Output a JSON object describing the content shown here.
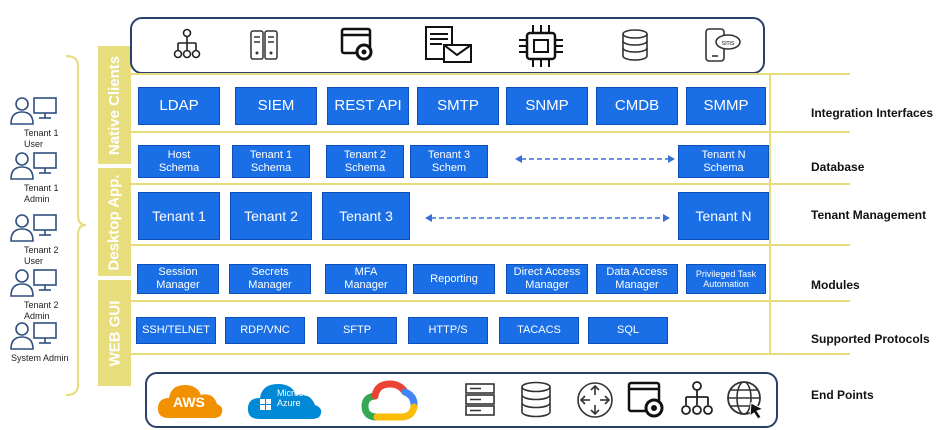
{
  "users": [
    {
      "label": "Tenant 1\nUser",
      "icon": "user-computer-icon"
    },
    {
      "label": "Tenant 1\nAdmin",
      "icon": "user-computer-icon"
    },
    {
      "label": "Tenant 2\nUser",
      "icon": "user-computer-icon"
    },
    {
      "label": "Tenant 2\nAdmin",
      "icon": "user-computer-icon"
    },
    {
      "label": "System Admin",
      "icon": "user-computer-icon"
    }
  ],
  "tabs": {
    "native": "Native Clients",
    "desktop": "Desktop App.",
    "web": "WEB GUI"
  },
  "top_icons": [
    "hierarchy-icon",
    "server-rack-icon",
    "settings-window-icon",
    "email-document-icon",
    "chip-icon",
    "database-icon",
    "sms-phone-icon"
  ],
  "integration": [
    "LDAP",
    "SIEM",
    "REST API",
    "SMTP",
    "SNMP",
    "CMDB",
    "SMMP"
  ],
  "database": {
    "items": [
      "Host\nSchema",
      "Tenant 1\nSchema",
      "Tenant 2\nSchema",
      "Tenant 3\nSchem"
    ],
    "last": "Tenant N\nSchema"
  },
  "tenants": {
    "items": [
      "Tenant 1",
      "Tenant 2",
      "Tenant 3"
    ],
    "last": "Tenant N"
  },
  "modules": [
    "Session\nManager",
    "Secrets\nManager",
    "MFA\nManager",
    "Reporting",
    "Direct Access\nManager",
    "Data Access\nManager",
    "Privileged Task\nAutomation"
  ],
  "protocols": [
    "SSH/TELNET",
    "RDP/VNC",
    "SFTP",
    "HTTP/S",
    "TACACS",
    "SQL"
  ],
  "layer_labels": {
    "integration": "Integration Interfaces",
    "database": "Database",
    "tenant": "Tenant Management",
    "modules": "Modules",
    "protocols": "Supported Protocols",
    "endpoints": "End Points"
  },
  "endpoints": {
    "aws": "AWS",
    "azure_line1": "Microsoft",
    "azure_line2": "Azure",
    "icons": [
      "google-cloud-icon",
      "server-rack-icon",
      "database-icon",
      "router-icon",
      "settings-window-icon",
      "hierarchy-icon",
      "globe-cursor-icon"
    ]
  },
  "colors": {
    "box_blue": "#1a6fe6",
    "tab_yellow": "#e8dd7c",
    "frame_navy": "#2b3f6b",
    "aws_orange": "#f29100",
    "azure_blue": "#0089d6"
  }
}
